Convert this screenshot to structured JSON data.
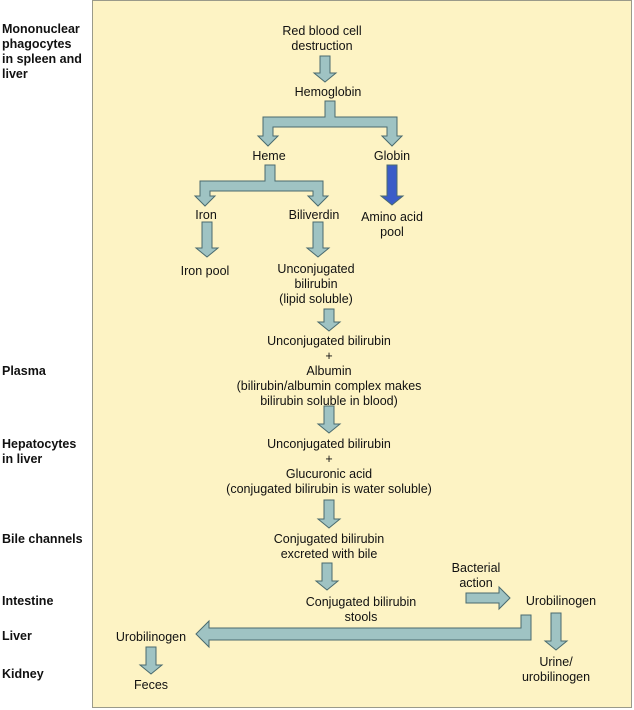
{
  "sidebar_labels": {
    "mononuclear": "Mononuclear\nphagocytes\nin spleen and\nliver",
    "plasma": "Plasma",
    "hepatocytes": "Hepatocytes\nin liver",
    "bile_channels": "Bile channels",
    "intestine": "Intestine",
    "liver": "Liver",
    "kidney": "Kidney"
  },
  "nodes": {
    "rbc_destruction": "Red blood cell\ndestruction",
    "hemoglobin": "Hemoglobin",
    "heme": "Heme",
    "globin": "Globin",
    "iron": "Iron",
    "biliverdin": "Biliverdin",
    "amino_acid_pool": "Amino acid\npool",
    "iron_pool": "Iron pool",
    "unconjugated_bilirubin": "Unconjugated\nbilirubin\n(lipid soluble)",
    "unconj_plus_albumin": "Unconjugated bilirubin\n+\nAlbumin\n(bilirubin/albumin complex makes\nbilirubin soluble in blood)",
    "unconj_plus_glucuronic": "Unconjugated bilirubin\n+\nGlucuronic acid\n(conjugated bilirubin is water soluble)",
    "conj_excreted_bile": "Conjugated bilirubin\nexcreted with bile",
    "conj_stools": "Conjugated bilirubin\nstools",
    "bacterial_action": "Bacterial\naction",
    "urobilinogen_intestine": "Urobilinogen",
    "urobilinogen_liver": "Urobilinogen",
    "feces": "Feces",
    "urine_urobilinogen": "Urine/\nurobilinogen"
  },
  "colors": {
    "panel_background": "#fdf3c4",
    "arrow_fill": "#9fc3c3",
    "arrow_stroke": "#4a6a6e",
    "globin_arrow_fill": "#3a5cc8"
  }
}
